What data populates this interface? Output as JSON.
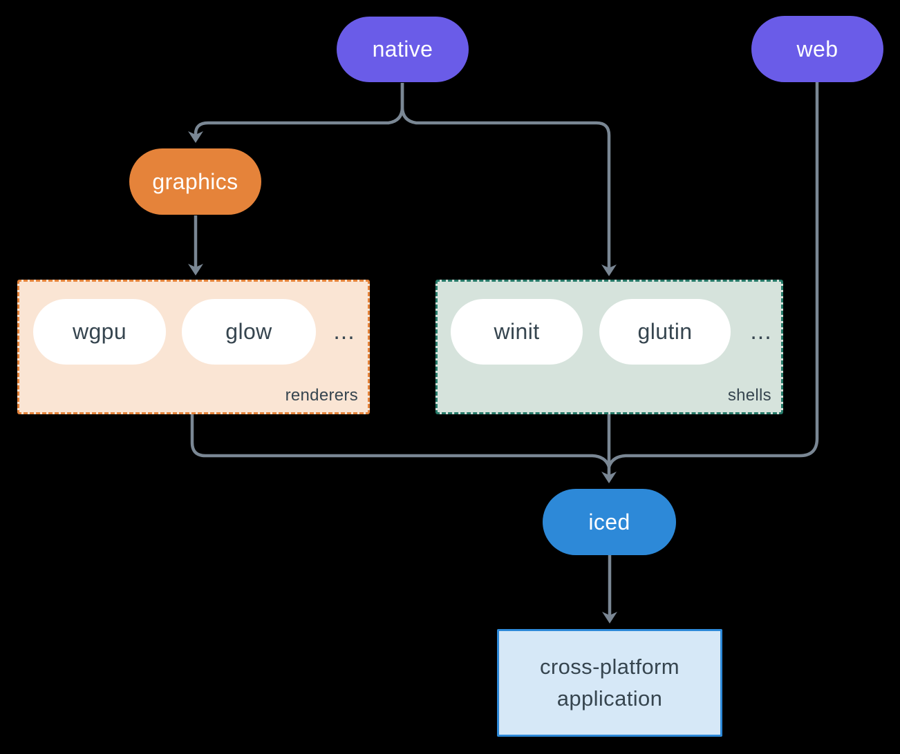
{
  "diagram": {
    "background_color": "#000000",
    "edge_color": "#7A8794",
    "nodes": {
      "native": {
        "label": "native",
        "fill": "#6A5CE8",
        "text_color": "#FFFFFF"
      },
      "web": {
        "label": "web",
        "fill": "#6A5CE8",
        "text_color": "#FFFFFF"
      },
      "graphics": {
        "label": "graphics",
        "fill": "#E5833A",
        "text_color": "#FFFFFF"
      },
      "iced": {
        "label": "iced",
        "fill": "#2D89D8",
        "text_color": "#FFFFFF"
      }
    },
    "groups": {
      "renderers": {
        "label": "renderers",
        "fill": "#FAE5D4",
        "border": "#E5833A",
        "ellipsis": "...",
        "items": [
          {
            "label": "wgpu"
          },
          {
            "label": "glow"
          }
        ]
      },
      "shells": {
        "label": "shells",
        "fill": "#D6E3DC",
        "border": "#267A69",
        "ellipsis": "...",
        "items": [
          {
            "label": "winit"
          },
          {
            "label": "glutin"
          }
        ]
      }
    },
    "application_box": {
      "label_line1": "cross-platform",
      "label_line2": "application",
      "fill": "#D6E8F7",
      "border": "#2D89D8",
      "text_color": "#36454F"
    },
    "edges": [
      {
        "from": "native",
        "to": "graphics"
      },
      {
        "from": "native",
        "to": "shells"
      },
      {
        "from": "graphics",
        "to": "renderers"
      },
      {
        "from": "renderers",
        "to": "iced"
      },
      {
        "from": "shells",
        "to": "iced"
      },
      {
        "from": "web",
        "to": "iced"
      },
      {
        "from": "iced",
        "to": "application"
      }
    ]
  }
}
